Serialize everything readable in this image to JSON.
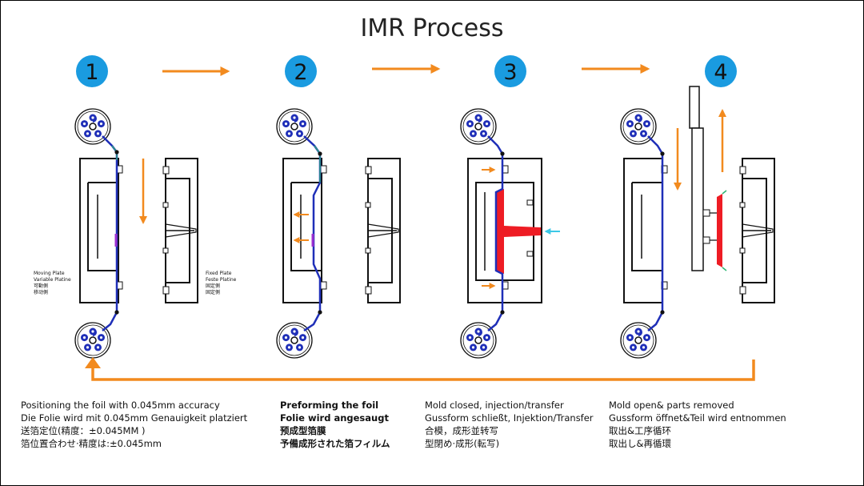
{
  "title": "IMR Process",
  "steps": [
    {
      "number": "1",
      "caption": [
        "Positioning  the foil with 0.045mm accuracy",
        "Die Folie wird mit 0.045mm Genauigkeit  platziert",
        "送箔定位(精度：±0.045MM )",
        "箔位置合わせ·精度は:±0.045mm"
      ]
    },
    {
      "number": "2",
      "caption": [
        "Preforming the foil",
        "Folie wird angesaugt",
        "预成型箔膜",
        "予備成形された箔フィルム"
      ]
    },
    {
      "number": "3",
      "caption": [
        "Mold closed, injection/transfer",
        "Gussform schließt, Injektion/Transfer",
        "合模，成形並转写",
        "型閉め·成形(転写)"
      ]
    },
    {
      "number": "4",
      "caption": [
        "Mold open& parts removed",
        "Gussform öffnet&Teil wird entnommen",
        "取出&工序循环",
        "取出し&再循環"
      ]
    }
  ],
  "labels": {
    "moving_plate": [
      "Moving Plate",
      "Variable Platine",
      "可動側",
      "移动側"
    ],
    "fixed_plate": [
      "Fixed Plate",
      "Feste Platine",
      "固定側",
      "固定側"
    ]
  },
  "colors": {
    "badge": "#1a9be0",
    "arrow": "#f28a1e",
    "foil": "#1f2fb8",
    "resin": "#ee1c24",
    "injection": "#3cc8e6"
  }
}
